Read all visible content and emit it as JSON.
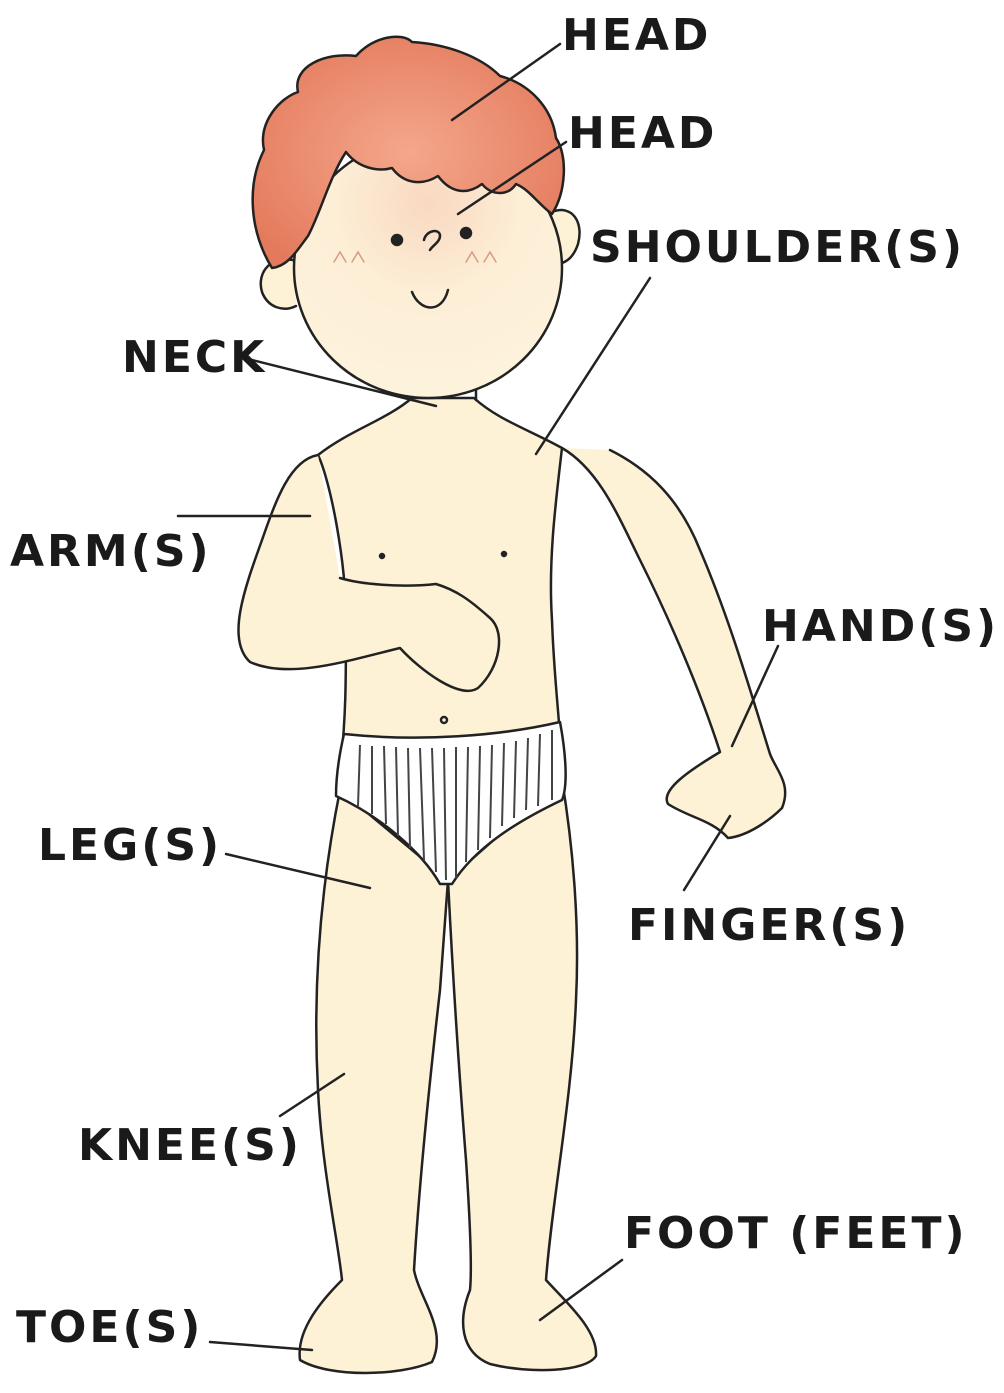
{
  "colors": {
    "skin": "#fdf1d6",
    "hair": "#e8876a",
    "outline": "#222222",
    "cheek": "#f7c7b0"
  },
  "labels": {
    "head_top": "HEAD",
    "head_face": "HEAD",
    "shoulders": "SHOULDER(S)",
    "neck": "NECK",
    "arms": "ARM(S)",
    "hands": "HAND(S)",
    "legs": "LEG(S)",
    "fingers": "FINGER(S)",
    "knees": "KNEE(S)",
    "foot": "FOOT (FEET)",
    "toes": "TOE(S)"
  }
}
